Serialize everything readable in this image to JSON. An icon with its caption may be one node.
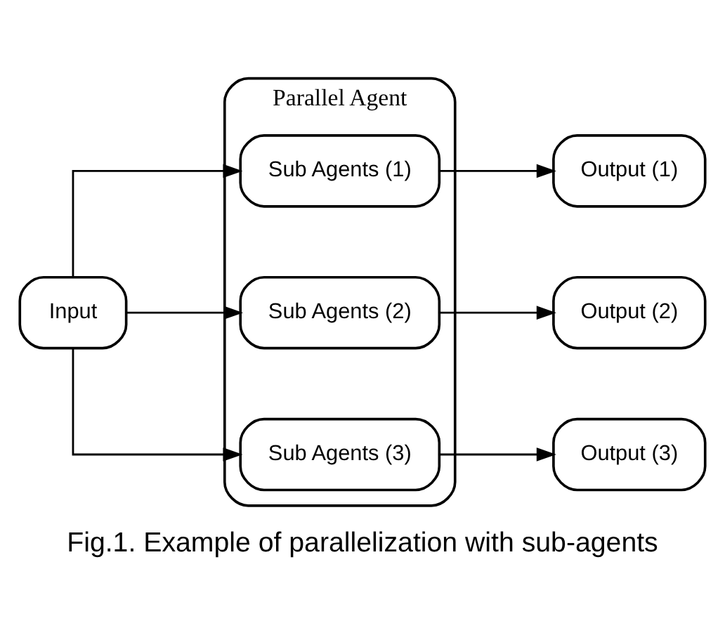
{
  "diagram": {
    "caption": "Fig.1. Example of parallelization with sub-agents",
    "nodes": [
      {
        "text": [
          "Parallel Agent"
        ]
      },
      {
        "text": [
          "Input"
        ]
      },
      {
        "text": [
          "Sub Agents (1)"
        ],
        "in": 0
      },
      {
        "text": [
          "Sub Agents (2)"
        ],
        "in": 0
      },
      {
        "text": [
          "Sub Agents (3)"
        ],
        "in": 0
      },
      {
        "text": [
          "Output (1)"
        ]
      },
      {
        "text": [
          "Output (2)"
        ]
      },
      {
        "text": [
          "Output (3)"
        ]
      }
    ],
    "edges": [
      {
        "from": 1,
        "to": 2,
        "arrow": "to"
      },
      {
        "from": 1,
        "to": 3,
        "arrow": "to"
      },
      {
        "from": 1,
        "to": 4,
        "arrow": "to"
      },
      {
        "from": 2,
        "to": 5,
        "arrow": "to"
      },
      {
        "from": 3,
        "to": 6,
        "arrow": "to"
      },
      {
        "from": 4,
        "to": 7,
        "arrow": "to"
      }
    ]
  }
}
